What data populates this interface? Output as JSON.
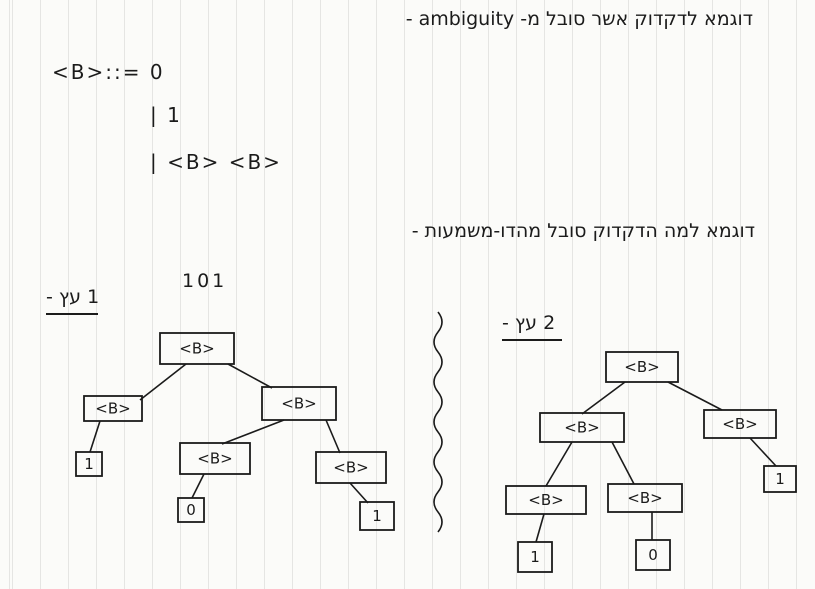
{
  "notes": {
    "line1": "דוגמא לדקדוק אשר סובל מ- ambiguity -",
    "line2": "דוגמא למה הדקדוק סובל מהדו-משמעות -"
  },
  "grammar": {
    "rule_head": "<B>::= 0",
    "alt1": "| 1",
    "alt2": "| <B>  <B>"
  },
  "input_string": "101",
  "tree1": {
    "label": "1 עץ -",
    "nodes": [
      {
        "id": "r",
        "label": "<B>"
      },
      {
        "id": "a",
        "label": "<B>"
      },
      {
        "id": "b",
        "label": "<B>"
      },
      {
        "id": "a1",
        "label": "1"
      },
      {
        "id": "b1",
        "label": "<B>"
      },
      {
        "id": "b2",
        "label": "<B>"
      },
      {
        "id": "b1c",
        "label": "0"
      },
      {
        "id": "b2c",
        "label": "1"
      }
    ]
  },
  "tree2": {
    "label": "2 עץ -",
    "nodes": [
      {
        "id": "r",
        "label": "<B>"
      },
      {
        "id": "a",
        "label": "<B>"
      },
      {
        "id": "b",
        "label": "<B>"
      },
      {
        "id": "a1",
        "label": "<B>"
      },
      {
        "id": "a2",
        "label": "<B>"
      },
      {
        "id": "b1",
        "label": "1"
      },
      {
        "id": "a1c",
        "label": "1"
      },
      {
        "id": "a2c",
        "label": "0"
      }
    ]
  }
}
